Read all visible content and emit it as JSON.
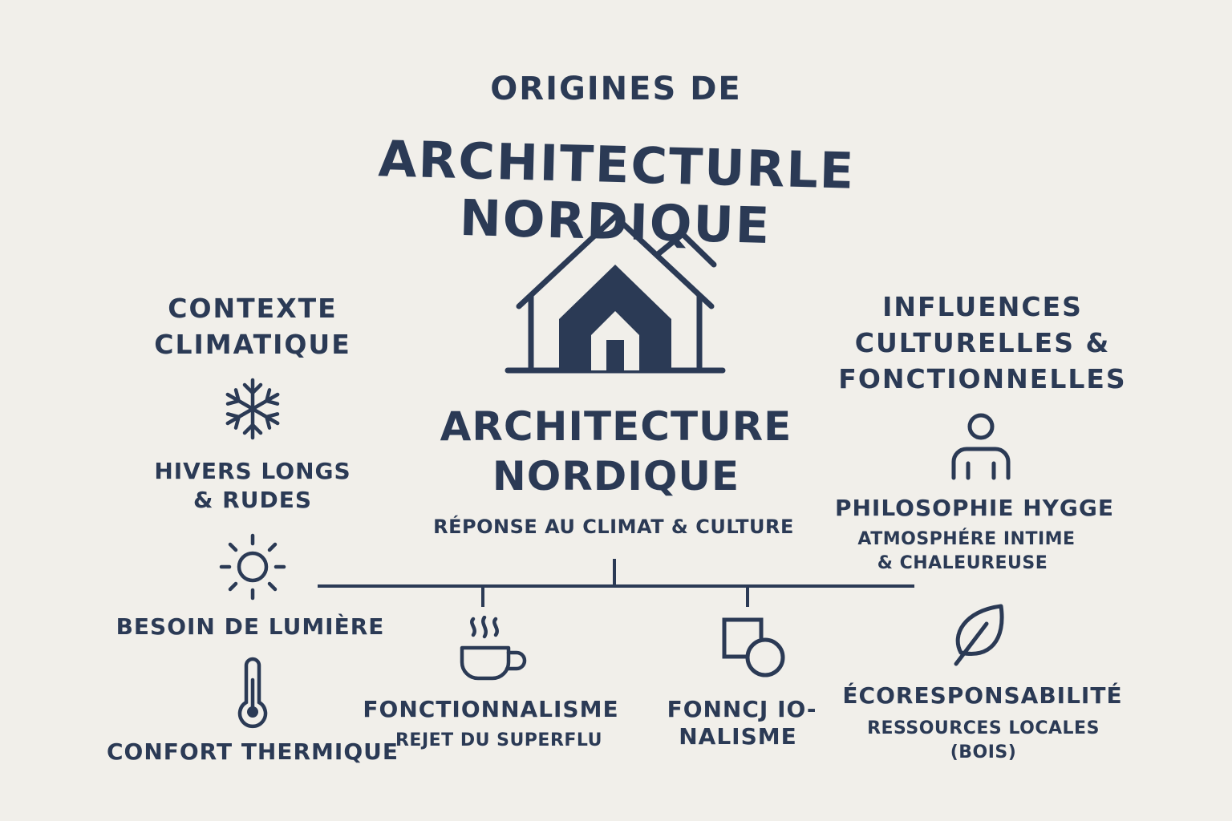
{
  "title": {
    "line1": "Origines de",
    "line2": "Architecturle Nordique"
  },
  "center": {
    "title_line1": "Architecture",
    "title_line2": "Nordique",
    "subtitle": "Réponse au climat & culture",
    "icon": "house-icon"
  },
  "left": {
    "heading_line1": "Contexte",
    "heading_line2": "climatique",
    "items": [
      {
        "icon": "snowflake-icon",
        "line1": "Hivers longs",
        "line2": "& rudes"
      },
      {
        "icon": "sun-icon",
        "line1": "Besoin de lumière"
      },
      {
        "icon": "thermometer-icon",
        "line1": "Confort thermique"
      }
    ]
  },
  "right": {
    "heading_line1": "Influences",
    "heading_line2": "culturelles &",
    "heading_line3": "fonctionnelles",
    "items": [
      {
        "icon": "person-icon",
        "title": "Philosophie Hygge",
        "line1": "Atmosphére intime",
        "line2": "& chaleureuse"
      },
      {
        "icon": "leaf-icon",
        "title": "Écoresponsabilité",
        "line1": "Ressources locales",
        "line2": "(bois)"
      }
    ]
  },
  "bottom": {
    "items": [
      {
        "icon": "coffee-cup-icon",
        "title": "Fonctionnalisme",
        "sub": "Rejet du superflu"
      },
      {
        "icon": "square-circle-icon",
        "line1": "Fonncj io-",
        "line2": "nalisme"
      }
    ]
  },
  "colors": {
    "background": "#f1efea",
    "ink": "#2b3a55"
  }
}
